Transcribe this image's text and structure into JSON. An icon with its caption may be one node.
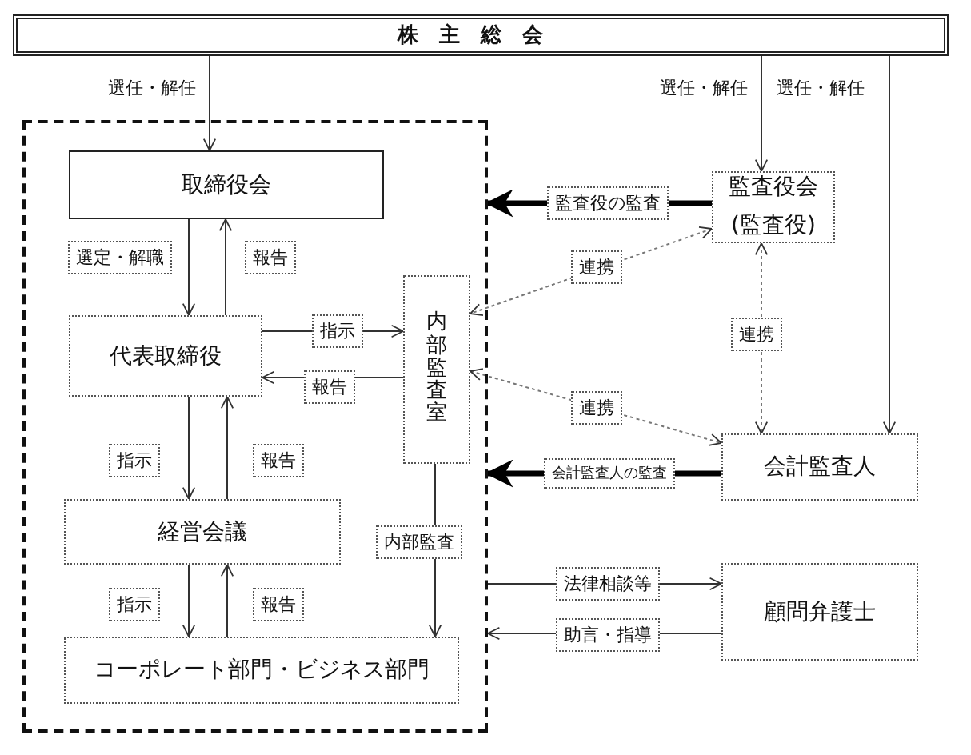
{
  "diagram": {
    "nodes": [
      {
        "text": [
          "株主総会"
        ]
      },
      {
        "text": [],
        "shape": "box"
      },
      {
        "text": [
          "取締役会"
        ],
        "in": 1
      },
      {
        "text": [
          "代表取締役"
        ],
        "in": 1
      },
      {
        "text": [
          "内部監査室"
        ],
        "in": 1
      },
      {
        "text": [
          "経営会議"
        ],
        "in": 1
      },
      {
        "text": [
          "コーポレート部門・ビジネス部門"
        ],
        "in": 1
      },
      {
        "text": [
          "監査役会",
          "(監査役)"
        ]
      },
      {
        "text": [
          "会計監査人"
        ]
      },
      {
        "text": [
          "顧問弁護士"
        ]
      }
    ],
    "edges": [
      {
        "from": 0,
        "to": 2,
        "arrow": "to",
        "label": "選任・解任"
      },
      {
        "from": 0,
        "to": 7,
        "arrow": "to",
        "label": "選任・解任"
      },
      {
        "from": 0,
        "to": 8,
        "arrow": "to",
        "label": "選任・解任"
      },
      {
        "from": 2,
        "to": 3,
        "arrow": "to",
        "label": "選定・解職"
      },
      {
        "from": 3,
        "to": 2,
        "arrow": "to",
        "label": "報告"
      },
      {
        "from": 3,
        "to": 4,
        "arrow": "to",
        "label": "指示"
      },
      {
        "from": 4,
        "to": 3,
        "arrow": "to",
        "label": "報告"
      },
      {
        "from": 3,
        "to": 5,
        "arrow": "to",
        "label": "指示"
      },
      {
        "from": 5,
        "to": 3,
        "arrow": "to",
        "label": "報告"
      },
      {
        "from": 5,
        "to": 6,
        "arrow": "to",
        "label": "指示"
      },
      {
        "from": 6,
        "to": 5,
        "arrow": "to",
        "label": "報告"
      },
      {
        "from": 4,
        "to": 6,
        "arrow": "to",
        "label": "内部監査"
      },
      {
        "from": 7,
        "to": 1,
        "arrow": "to",
        "label": "監査役の監査",
        "style": "thick"
      },
      {
        "from": 7,
        "to": 4,
        "arrow": "both",
        "label": "連携",
        "style": "dashed"
      },
      {
        "from": 7,
        "to": 8,
        "arrow": "both",
        "label": "連携",
        "style": "dashed"
      },
      {
        "from": 4,
        "to": 8,
        "arrow": "both",
        "label": "連携",
        "style": "dashed"
      },
      {
        "from": 8,
        "to": 1,
        "arrow": "to",
        "label": "会計監査人の監査",
        "style": "thick"
      },
      {
        "from": 1,
        "to": 9,
        "arrow": "to",
        "label": "法律相談等"
      },
      {
        "from": 9,
        "to": 1,
        "arrow": "to",
        "label": "助言・指導"
      }
    ]
  }
}
